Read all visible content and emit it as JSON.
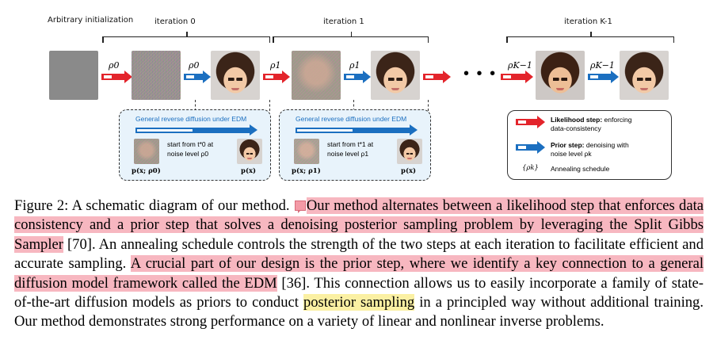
{
  "figure": {
    "init_label": "Arbitrary initialization",
    "iter_labels": [
      "iteration 0",
      "iteration 1",
      "iteration K-1"
    ],
    "rho_labels": [
      "ρ0",
      "ρ0",
      "ρ1",
      "ρ1",
      "ρK−1",
      "ρK−1"
    ],
    "ellipsis": "• • •",
    "subpanel_title": "General reverse diffusion under EDM",
    "subpanel_start_lines": [
      [
        "start from t*0 at",
        "noise level ρ0"
      ],
      [
        "start from t*1 at",
        "noise level ρ1"
      ]
    ],
    "subpanel_left_math": [
      "p(x; ρ0)",
      "p(x; ρ1)"
    ],
    "subpanel_right_math": "p(x)",
    "legend": {
      "likelihood_bold": "Likelihood step:",
      "likelihood_rest": " enforcing",
      "likelihood_line2": "data-consistency",
      "prior_bold": "Prior step:",
      "prior_rest": " denoising with",
      "prior_line2": "noise level ρk",
      "schedule_symbol": "{ρk}",
      "schedule_text": "Annealing schedule"
    },
    "colors": {
      "likelihood": "#e3242b",
      "prior": "#1b6fc0",
      "highlight_pink": "#f7b7c0",
      "highlight_yellow": "#fbf0a3"
    }
  },
  "caption": {
    "lead": "Figure 2: A schematic diagram of our method. ",
    "hl1": "Our method alternates between a likelihood step that enforces data consistency and a prior step that solves a denoising posterior sampling problem by leveraging the Split Gibbs Sampler",
    "mid1": " [70]. An annealing schedule controls the strength of the two steps at each iteration to facilitate efficient and accurate sampling. ",
    "hl2": "A crucial part of our design is the prior step, where we identify a key connection to a general diffusion model framework called the EDM",
    "mid2": " [36]. This connection allows us to easily incorporate a family of state-of-the-art diffusion models as priors to conduct ",
    "hl3": "posterior sampling",
    "tail": " in a principled way without additional training. Our method demonstrates strong performance on a variety of linear and nonlinear inverse problems."
  }
}
